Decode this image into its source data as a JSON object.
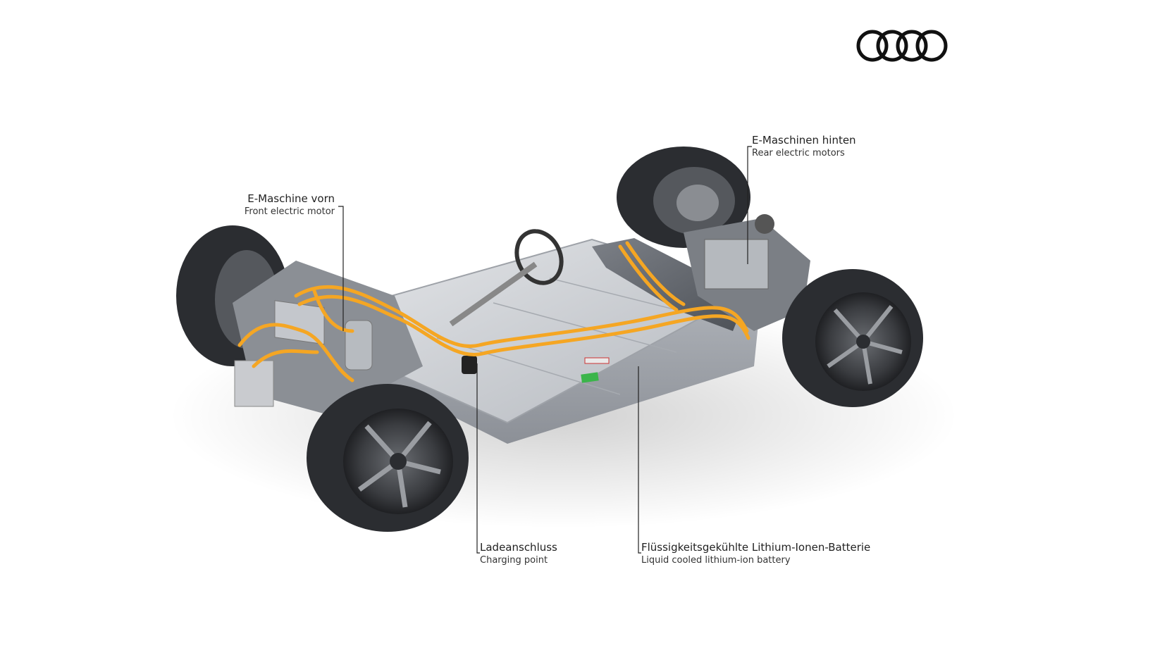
{
  "brand": {
    "logo": "four-rings-logo"
  },
  "labels": {
    "front_motor": {
      "de": "E-Maschine vorn",
      "en": "Front electric motor"
    },
    "rear_motors": {
      "de": "E-Maschinen hinten",
      "en": "Rear electric motors"
    },
    "charging_point": {
      "de": "Ladeanschluss",
      "en": "Charging point"
    },
    "battery": {
      "de": "Flüssigkeitsgekühlte Lithium-Ionen-Batterie",
      "en": "Liquid cooled lithium-ion battery"
    }
  },
  "colors": {
    "cable": "#f5a623",
    "battery": "#c9ccd1",
    "tire": "#2b2d31",
    "background": "#ffffff"
  }
}
